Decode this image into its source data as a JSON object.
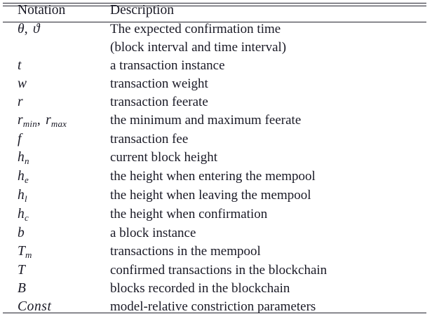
{
  "table": {
    "columns": [
      {
        "key": "notation",
        "header": "Notation"
      },
      {
        "key": "description",
        "header": "Description"
      }
    ],
    "rows": [
      {
        "notation_plain": "θ, ϑ",
        "notation_base": "θ",
        "notation_base2": "ϑ",
        "description_lines": [
          "The expected confirmation time",
          "(block interval and time interval)"
        ]
      },
      {
        "notation_plain": "t",
        "notation_base": "t",
        "description_lines": [
          "a transaction instance"
        ]
      },
      {
        "notation_plain": "w",
        "notation_base": "w",
        "description_lines": [
          "transaction weight"
        ]
      },
      {
        "notation_plain": "r",
        "notation_base": "r",
        "description_lines": [
          "transaction feerate"
        ]
      },
      {
        "notation_plain": "r_min, r_max",
        "notation_base": "r",
        "notation_sub": "min",
        "notation_base2": "r",
        "notation_sub2": "max",
        "description_lines": [
          "the minimum and maximum feerate"
        ]
      },
      {
        "notation_plain": "f",
        "notation_base": "f",
        "description_lines": [
          "transaction fee"
        ]
      },
      {
        "notation_plain": "h_n",
        "notation_base": "h",
        "notation_sub": "n",
        "description_lines": [
          "current block height"
        ]
      },
      {
        "notation_plain": "h_e",
        "notation_base": "h",
        "notation_sub": "e",
        "description_lines": [
          "the height when entering the mempool"
        ]
      },
      {
        "notation_plain": "h_l",
        "notation_base": "h",
        "notation_sub": "l",
        "description_lines": [
          "the height when leaving the mempool"
        ]
      },
      {
        "notation_plain": "h_c",
        "notation_base": "h",
        "notation_sub": "c",
        "description_lines": [
          "the height when confirmation"
        ]
      },
      {
        "notation_plain": "b",
        "notation_base": "b",
        "description_lines": [
          "a block instance"
        ]
      },
      {
        "notation_plain": "T_m",
        "notation_base": "T",
        "notation_sub": "m",
        "description_lines": [
          "transactions in the mempool"
        ]
      },
      {
        "notation_plain": "T",
        "notation_base": "T",
        "description_lines": [
          "confirmed transactions in the blockchain"
        ]
      },
      {
        "notation_plain": "B",
        "notation_base": "B",
        "description_lines": [
          "blocks recorded in the blockchain"
        ]
      },
      {
        "notation_plain": "Const",
        "notation_base": "Const",
        "description_lines": [
          "model-relative constriction parameters"
        ]
      }
    ]
  },
  "style": {
    "text_color": "#1a1a26",
    "rule_color": "#23232e",
    "background": "#ffffff"
  }
}
